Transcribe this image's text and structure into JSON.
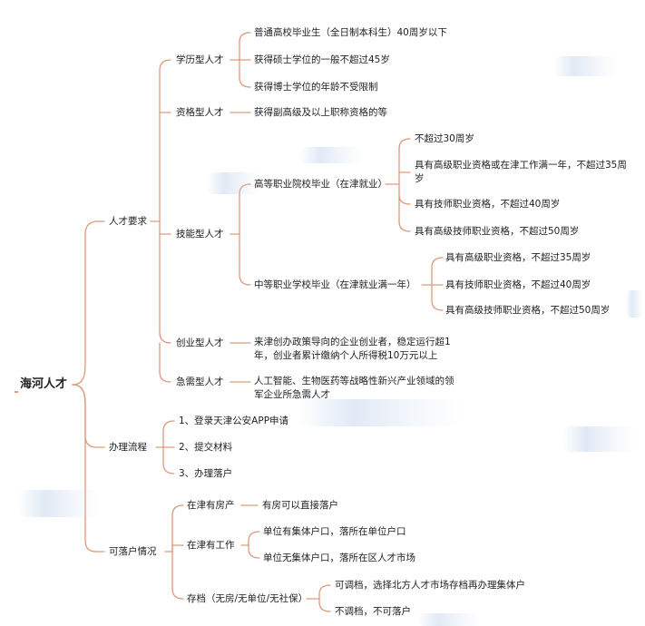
{
  "root": "海河人才",
  "branches": {
    "talent_req": {
      "label": "人才要求",
      "academic": {
        "label": "学历型人才",
        "items": [
          "普通高校毕业生（全日制本科生）40周岁以下",
          "获得硕士学位的一般不超过45岁",
          "获得博士学位的年龄不受限制"
        ]
      },
      "qualification": {
        "label": "资格型人才",
        "items": [
          "获得副高级及以上职称资格的等"
        ]
      },
      "skill": {
        "label": "技能型人才",
        "higher_vocational": {
          "label": "高等职业院校毕业（在津就业）",
          "items": [
            "不超过30周岁",
            "具有高级职业资格或在津工作满一年，不超过35周岁",
            "具有技师职业资格，不超过40周岁",
            "具有高级技师职业资格，不超过50周岁"
          ]
        },
        "secondary_vocational": {
          "label": "中等职业学校毕业（在津就业满一年）",
          "items": [
            "具有高级职业资格，不超过35周岁",
            "具有技师职业资格，不超过40周岁",
            "具有高级技师职业资格，不超过50周岁"
          ]
        }
      },
      "entrepreneur": {
        "label": "创业型人才",
        "items": [
          "来津创办政策导向的企业创业者，稳定运行超1年，创业者累计缴纳个人所得税10万元以上"
        ]
      },
      "urgent": {
        "label": "急需型人才",
        "items": [
          "人工智能、生物医药等战略性新兴产业领域的领军企业所急需人才"
        ]
      }
    },
    "process": {
      "label": "办理流程",
      "steps": [
        "1、登录天津公安APP申请",
        "2、提交材料",
        "3、办理落户"
      ]
    },
    "settle": {
      "label": "可落户情况",
      "house": {
        "label": "在津有房产",
        "items": [
          "有房可以直接落户"
        ]
      },
      "job": {
        "label": "在津有工作",
        "items": [
          "单位有集体户口，落所在单位户口",
          "单位无集体户口，落所在区人才市场"
        ]
      },
      "archive": {
        "label": "存档（无房/无单位/无社保）",
        "items": [
          "可调档，选择北方人才市场存档再办理集体户",
          "不调档，不可落户"
        ]
      }
    }
  },
  "colors": {
    "line": "#d99a7e"
  }
}
